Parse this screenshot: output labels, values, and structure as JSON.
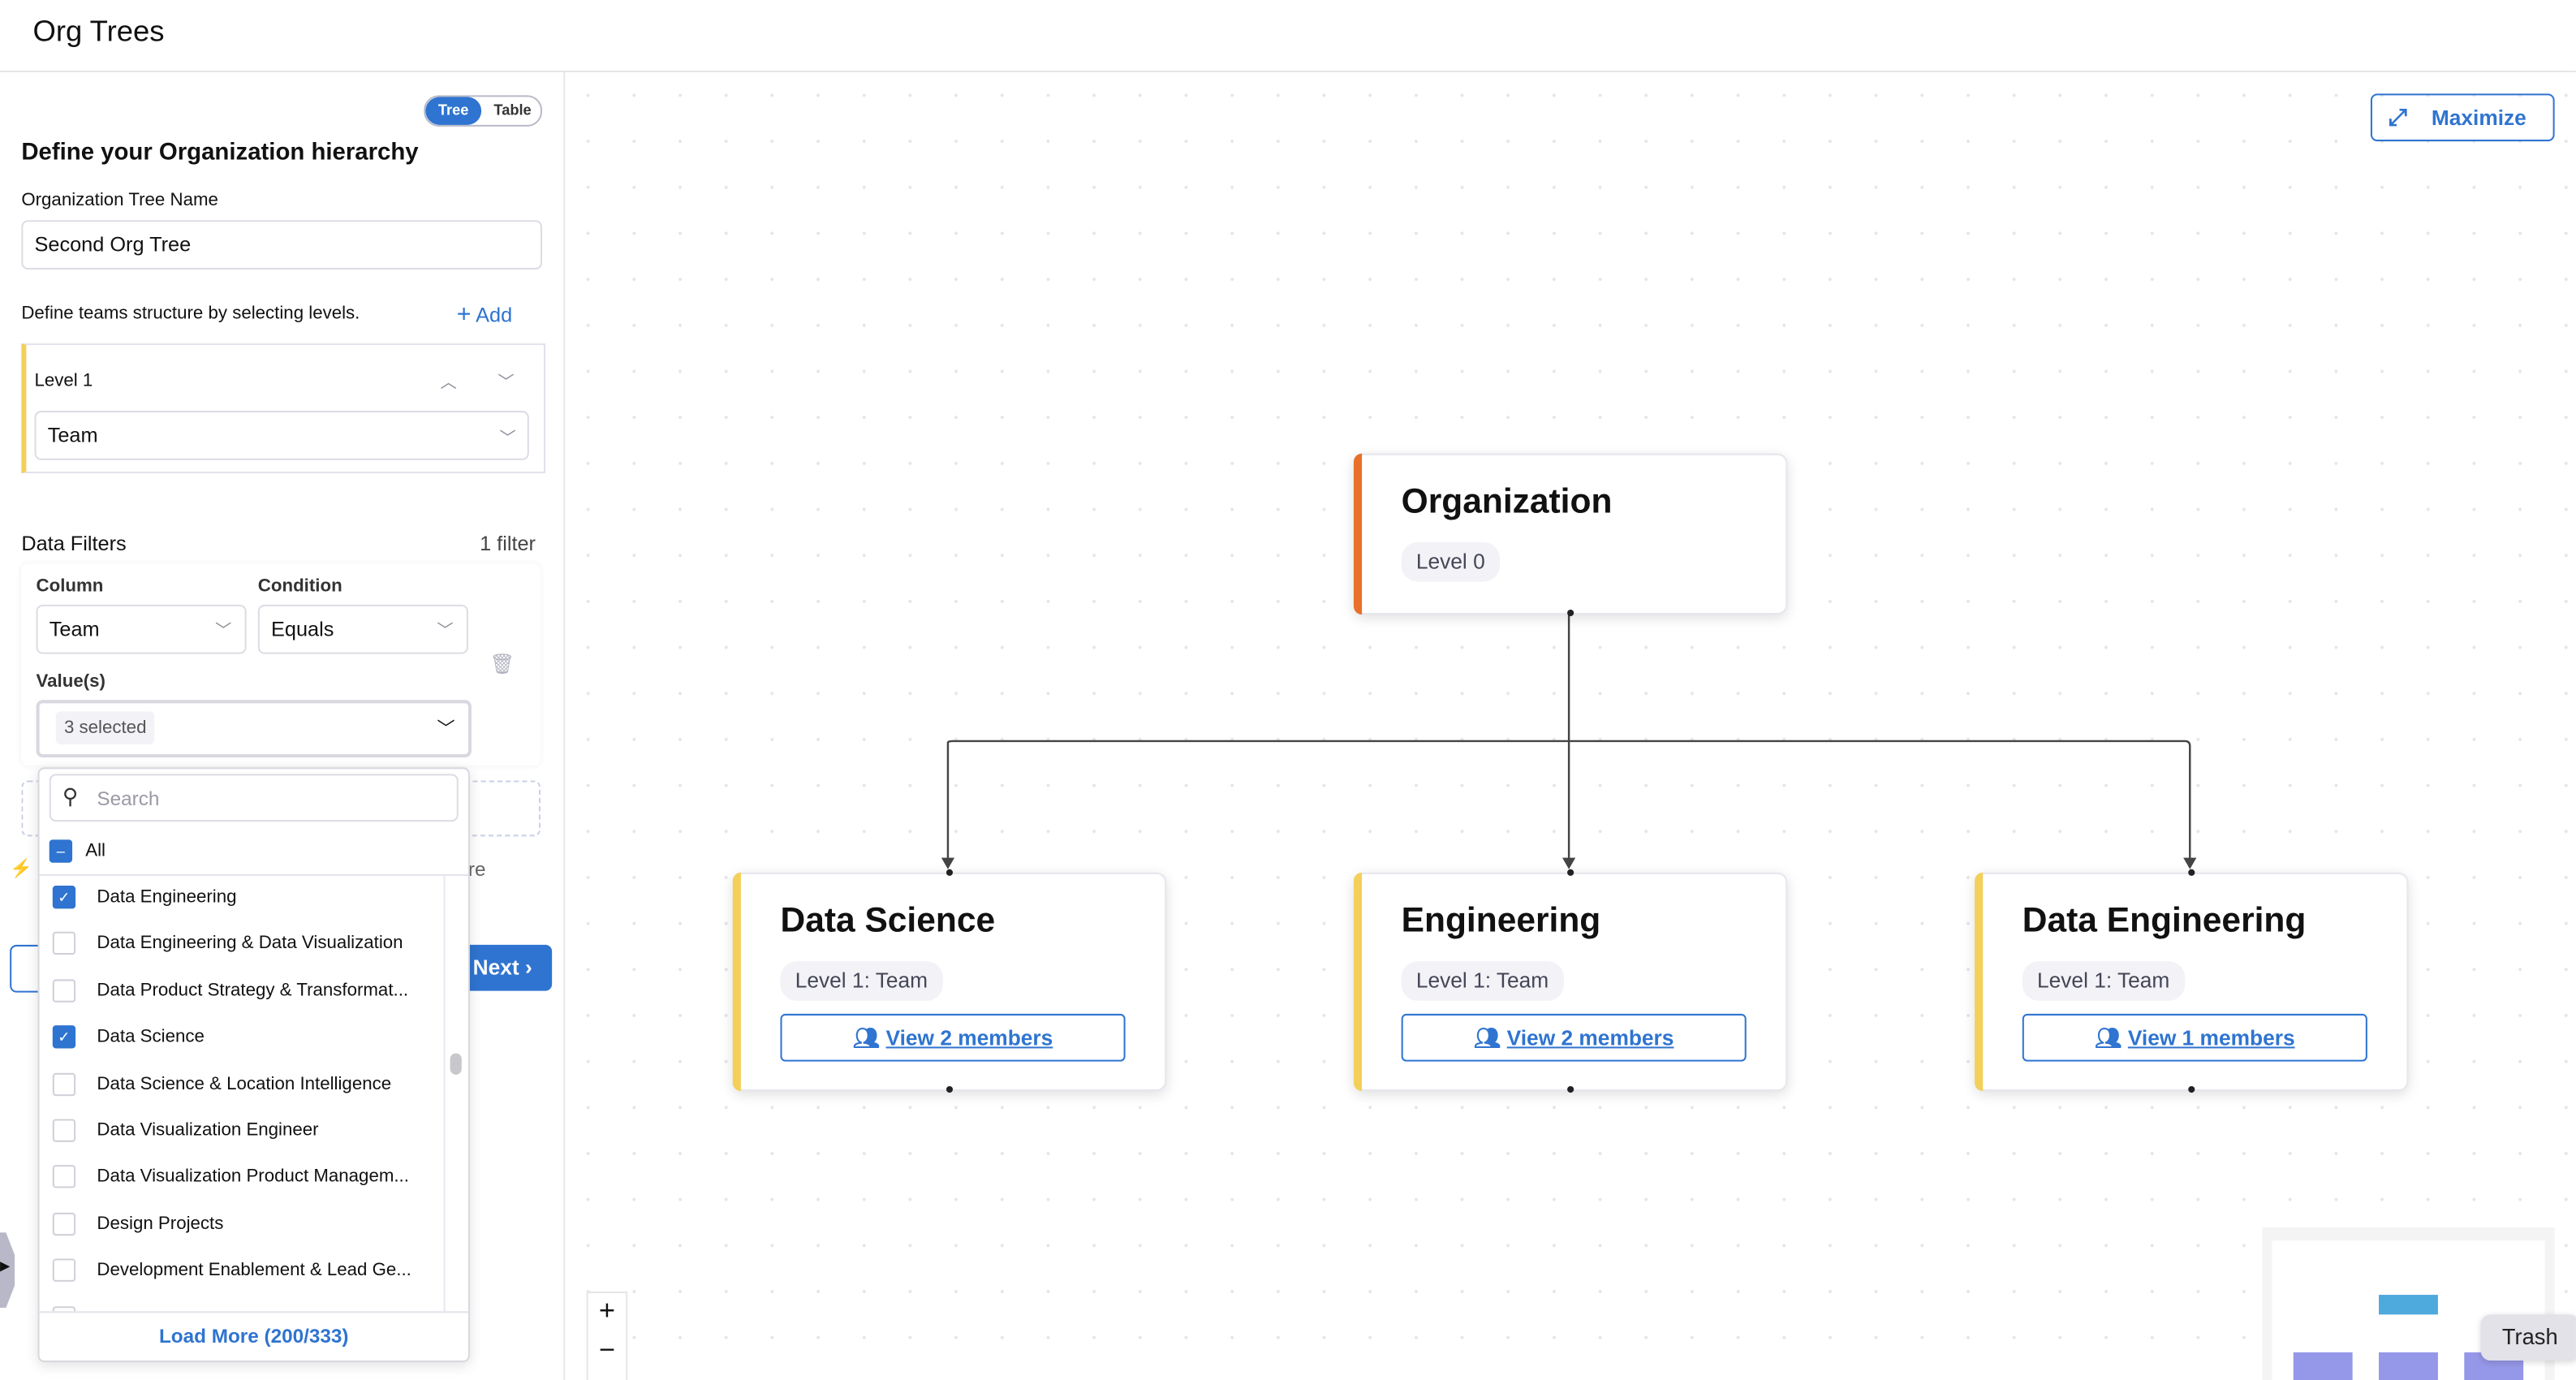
{
  "header": {
    "title": "Org Trees"
  },
  "view_toggle": {
    "options": [
      "Tree",
      "Table"
    ],
    "selected": "Tree"
  },
  "form": {
    "heading": "Define your Organization hierarchy",
    "tree_name_label": "Organization Tree Name",
    "tree_name_value": "Second Org Tree",
    "levels_hint": "Define teams structure by selecting levels.",
    "add_label": "Add",
    "levels": [
      {
        "label": "Level 1",
        "value": "Team"
      }
    ]
  },
  "filters": {
    "title": "Data Filters",
    "count": "1 filter",
    "column_label": "Column",
    "column_value": "Team",
    "condition_label": "Condition",
    "condition_value": "Equals",
    "values_label": "Value(s)",
    "values_summary": "3 selected",
    "partial_text": "re",
    "next_label": "Next"
  },
  "dropdown": {
    "search_placeholder": "Search",
    "all_label": "All",
    "items": [
      {
        "label": "Data Engineering",
        "checked": true
      },
      {
        "label": "Data Engineering & Data Visualization",
        "checked": false
      },
      {
        "label": "Data Product Strategy & Transformat...",
        "checked": false
      },
      {
        "label": "Data Science",
        "checked": true
      },
      {
        "label": "Data Science & Location Intelligence",
        "checked": false
      },
      {
        "label": "Data Visualization Engineer",
        "checked": false
      },
      {
        "label": "Data Visualization Product Managem...",
        "checked": false
      },
      {
        "label": "Design Projects",
        "checked": false
      },
      {
        "label": "Development Enablement & Lead Ge...",
        "checked": false
      }
    ],
    "load_more": "Load More (200/333)"
  },
  "canvas": {
    "maximize_label": "Maximize",
    "root": {
      "title": "Organization",
      "badge": "Level 0",
      "color": "#e8702a"
    },
    "children": [
      {
        "title": "Data Science",
        "badge": "Level 1: Team",
        "members": "View 2 members",
        "color": "#f3d05a"
      },
      {
        "title": "Engineering",
        "badge": "Level 1: Team",
        "members": "View 2 members",
        "color": "#f3d05a"
      },
      {
        "title": "Data Engineering",
        "badge": "Level 1: Team",
        "members": "View 1 members",
        "color": "#f3d05a"
      }
    ],
    "zoom_in": "+",
    "zoom_out": "−",
    "tooltip": "Trash"
  },
  "colors": {
    "accent": "#2f74d0",
    "minimap_root": "#4ea9dd",
    "minimap_child": "#9597e8"
  }
}
